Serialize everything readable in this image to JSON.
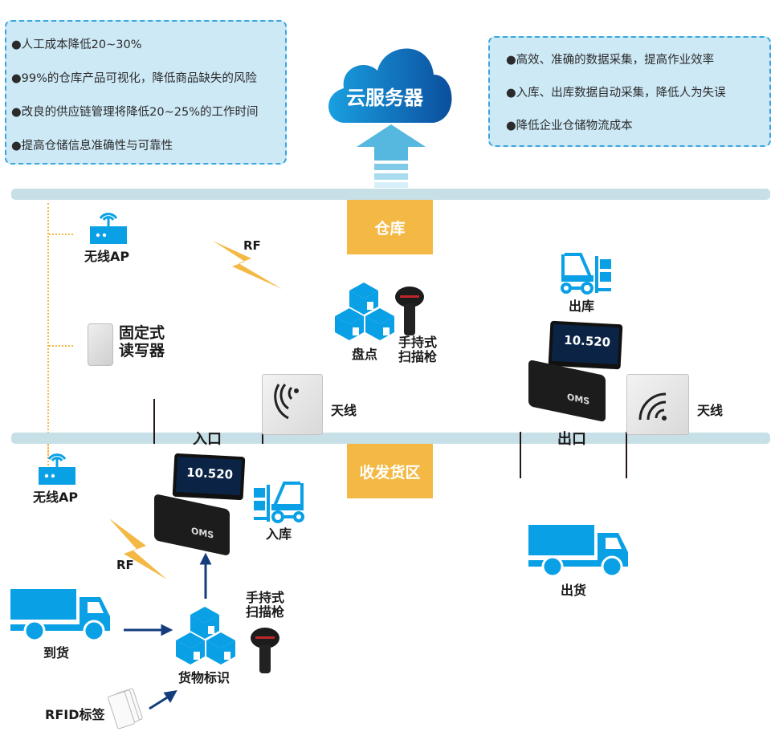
{
  "left_benefits": [
    "●人工成本降低20~30%",
    "●99%的仓库产品可视化，降低商品缺失的风险",
    "●改良的供应链管理将降低20~25%的工作时间",
    "●提高仓储信息准确性与可靠性"
  ],
  "right_benefits": [
    "●高效、准确的数据采集，提高作业效率",
    "●入库、出库数据自动采集，降低人为失误",
    "●降低企业仓储物流成本"
  ],
  "cloud": {
    "label": "云服务器"
  },
  "zones": {
    "warehouse": "仓库",
    "shipping_area": "收发货区"
  },
  "devices": {
    "wireless_ap_top": "无线AP",
    "wireless_ap_bottom": "无线AP",
    "fixed_reader_line1": "固定式",
    "fixed_reader_line2": "读写器",
    "rf_top": "RF",
    "rf_bottom": "RF",
    "inventory": "盘点",
    "handheld_top_line1": "手持式",
    "handheld_top_line2": "扫描枪",
    "handheld_bottom_line1": "手持式",
    "handheld_bottom_line2": "扫描枪",
    "outbound": "出库",
    "inbound": "入库",
    "antenna_left": "天线",
    "antenna_right": "天线",
    "entrance": "入口",
    "exit": "出口",
    "ship_out": "出货",
    "arrival": "到货",
    "goods_id": "货物标识",
    "rfid_tags": "RFID标签",
    "terminal_reading": "10.520",
    "terminal_brand": "OMS"
  },
  "colors": {
    "accent_blue": "#0aa0e6",
    "zone_orange": "#f3b944",
    "band": "#c7dfe6",
    "arrow_navy": "#143d7d"
  }
}
